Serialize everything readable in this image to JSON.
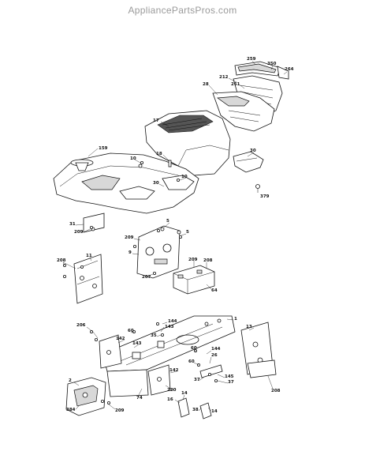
{
  "watermark": "AppliancePartsPros.com",
  "callouts": [
    {
      "label": "259"
    },
    {
      "label": "350"
    },
    {
      "label": "264"
    },
    {
      "label": "212"
    },
    {
      "label": "261"
    },
    {
      "label": "28"
    },
    {
      "label": "17"
    },
    {
      "label": "159"
    },
    {
      "label": "18"
    },
    {
      "label": "10"
    },
    {
      "label": "10"
    },
    {
      "label": "30"
    },
    {
      "label": "30"
    },
    {
      "label": "379"
    },
    {
      "label": "31"
    },
    {
      "label": "209"
    },
    {
      "label": "5"
    },
    {
      "label": "5"
    },
    {
      "label": "209"
    },
    {
      "label": "9"
    },
    {
      "label": "207"
    },
    {
      "label": "209"
    },
    {
      "label": "208"
    },
    {
      "label": "208"
    },
    {
      "label": "11"
    },
    {
      "label": "64"
    },
    {
      "label": "206"
    },
    {
      "label": "60"
    },
    {
      "label": "144"
    },
    {
      "label": "143"
    },
    {
      "label": "1"
    },
    {
      "label": "13"
    },
    {
      "label": "142"
    },
    {
      "label": "35"
    },
    {
      "label": "143"
    },
    {
      "label": "144"
    },
    {
      "label": "60"
    },
    {
      "label": "60"
    },
    {
      "label": "26"
    },
    {
      "label": "142"
    },
    {
      "label": "37"
    },
    {
      "label": "145"
    },
    {
      "label": "37"
    },
    {
      "label": "74"
    },
    {
      "label": "220"
    },
    {
      "label": "2"
    },
    {
      "label": "208"
    },
    {
      "label": "14"
    },
    {
      "label": "16"
    },
    {
      "label": "38"
    },
    {
      "label": "14"
    },
    {
      "label": "209"
    },
    {
      "label": "384"
    }
  ]
}
